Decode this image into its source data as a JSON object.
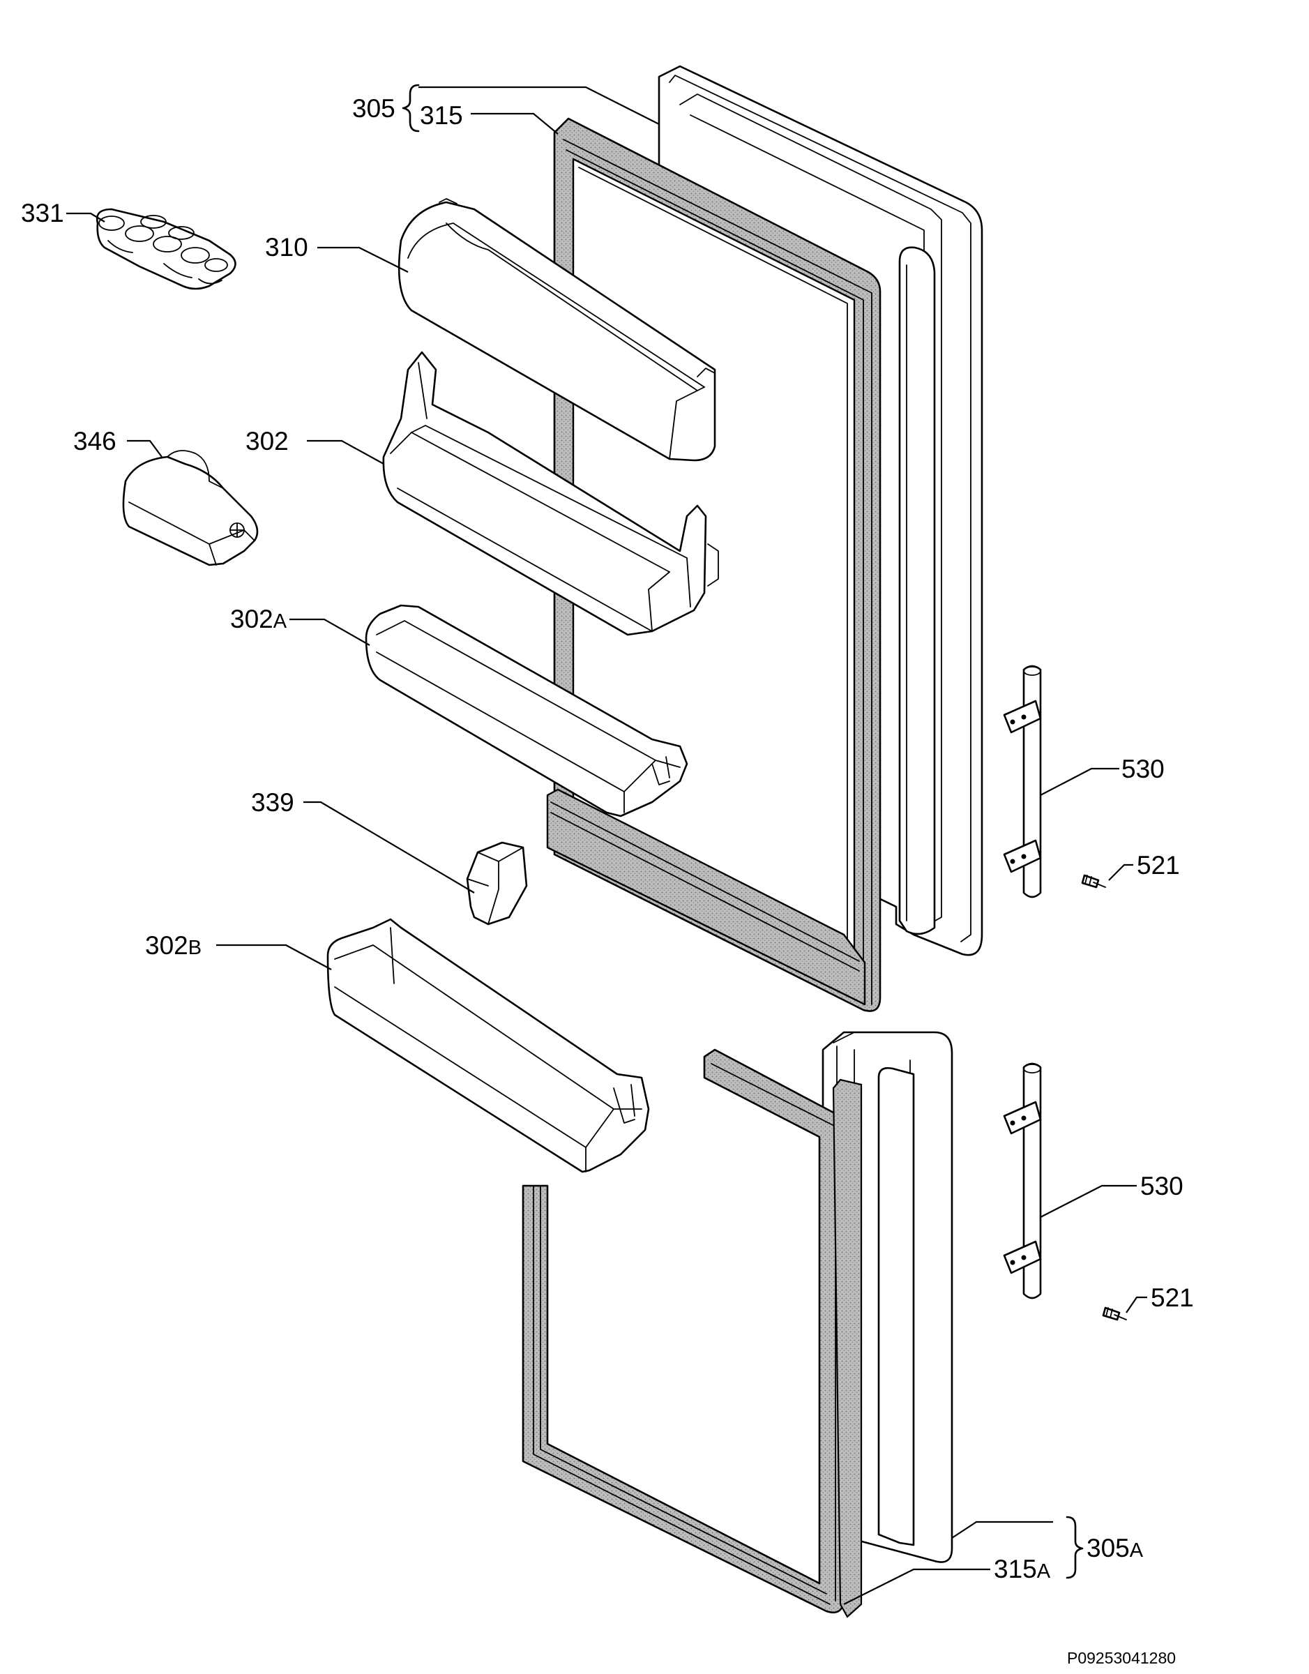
{
  "diagram": {
    "labels": [
      {
        "id": "l305",
        "text": "305"
      },
      {
        "id": "l315",
        "text": "315"
      },
      {
        "id": "l331",
        "text": "331"
      },
      {
        "id": "l310",
        "text": "310"
      },
      {
        "id": "l346",
        "text": "346"
      },
      {
        "id": "l302",
        "text": "302"
      },
      {
        "id": "l302A",
        "text": "302",
        "suffix": "A"
      },
      {
        "id": "l339",
        "text": "339"
      },
      {
        "id": "l302B",
        "text": "302",
        "suffix": "B"
      },
      {
        "id": "l530a",
        "text": "530"
      },
      {
        "id": "l521a",
        "text": "521"
      },
      {
        "id": "l530b",
        "text": "530"
      },
      {
        "id": "l521b",
        "text": "521"
      },
      {
        "id": "l305A",
        "text": "305",
        "suffix": "A"
      },
      {
        "id": "l315A",
        "text": "315",
        "suffix": "A"
      }
    ],
    "drawing_code": "P09253041280"
  }
}
